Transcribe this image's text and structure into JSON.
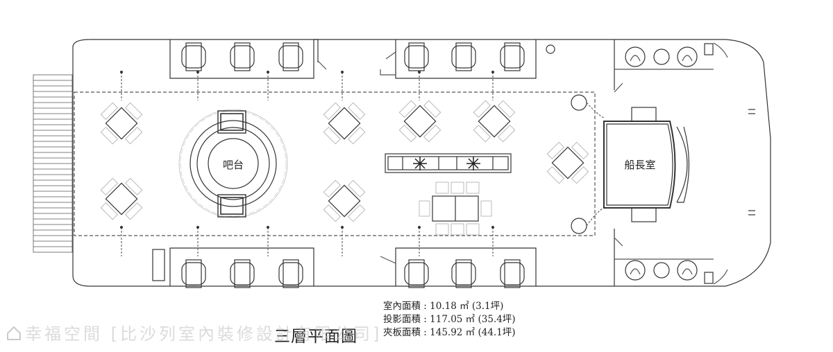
{
  "plan": {
    "title": "三層平面圖",
    "bar_label": "吧台",
    "captain_room_label": "船長室"
  },
  "areas": [
    {
      "label": "室內面積",
      "value": "10.18 ㎡ (3.1坪)"
    },
    {
      "label": "投影面積",
      "value": "117.05 ㎡ (35.4坪)"
    },
    {
      "label": "夾板面積",
      "value": "145.92 ㎡ (44.1坪)"
    }
  ],
  "watermark": {
    "brand": "幸福空間",
    "credit": "[比沙列室內裝修設計有限公司]"
  },
  "colors": {
    "line": "#333333",
    "dash": "#666666",
    "watermark": "#bbbbbb"
  },
  "icons": [
    "house-icon"
  ]
}
